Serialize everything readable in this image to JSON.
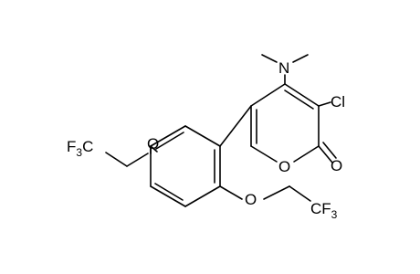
{
  "molecule": {
    "atoms": {
      "N": "N",
      "Cl": "Cl",
      "O_carbonyl": "O",
      "O_ring": "O",
      "O_ether_top": "O",
      "O_ether_bottom": "O"
    },
    "cf3_top": {
      "main": "F",
      "sub": "3",
      "end": "C"
    },
    "cf3_bottom": {
      "main": "CF",
      "sub": "3"
    }
  }
}
